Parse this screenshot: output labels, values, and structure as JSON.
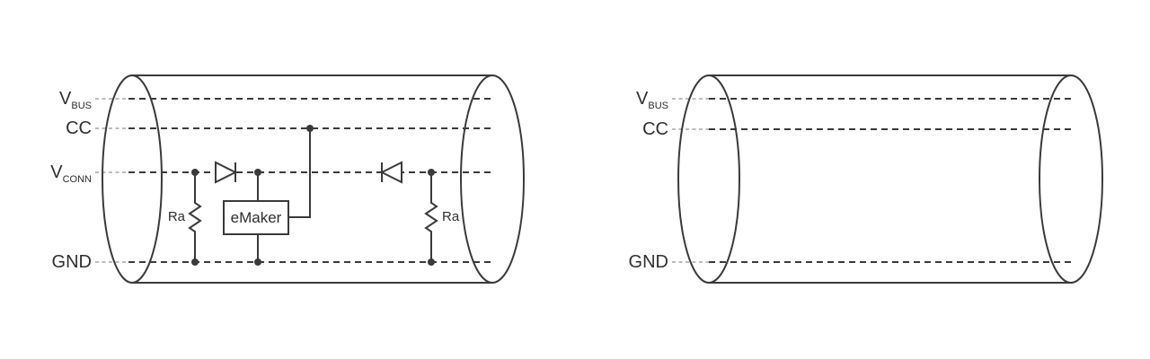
{
  "colors": {
    "background": "#ffffff",
    "stroke": "#3a3a3a",
    "leader": "#b4b4b4",
    "text": "#2f2f2f"
  },
  "left_cable": {
    "labels": {
      "vbus": {
        "main": "V",
        "sub": "BUS"
      },
      "cc": "CC",
      "vconn": {
        "main": "V",
        "sub": "CONN"
      },
      "gnd": "GND"
    },
    "components": {
      "ra_left": "Ra",
      "ra_right": "Ra",
      "emarker": "eMaker"
    }
  },
  "right_cable": {
    "labels": {
      "vbus": {
        "main": "V",
        "sub": "BUS"
      },
      "cc": "CC",
      "gnd": "GND"
    }
  }
}
